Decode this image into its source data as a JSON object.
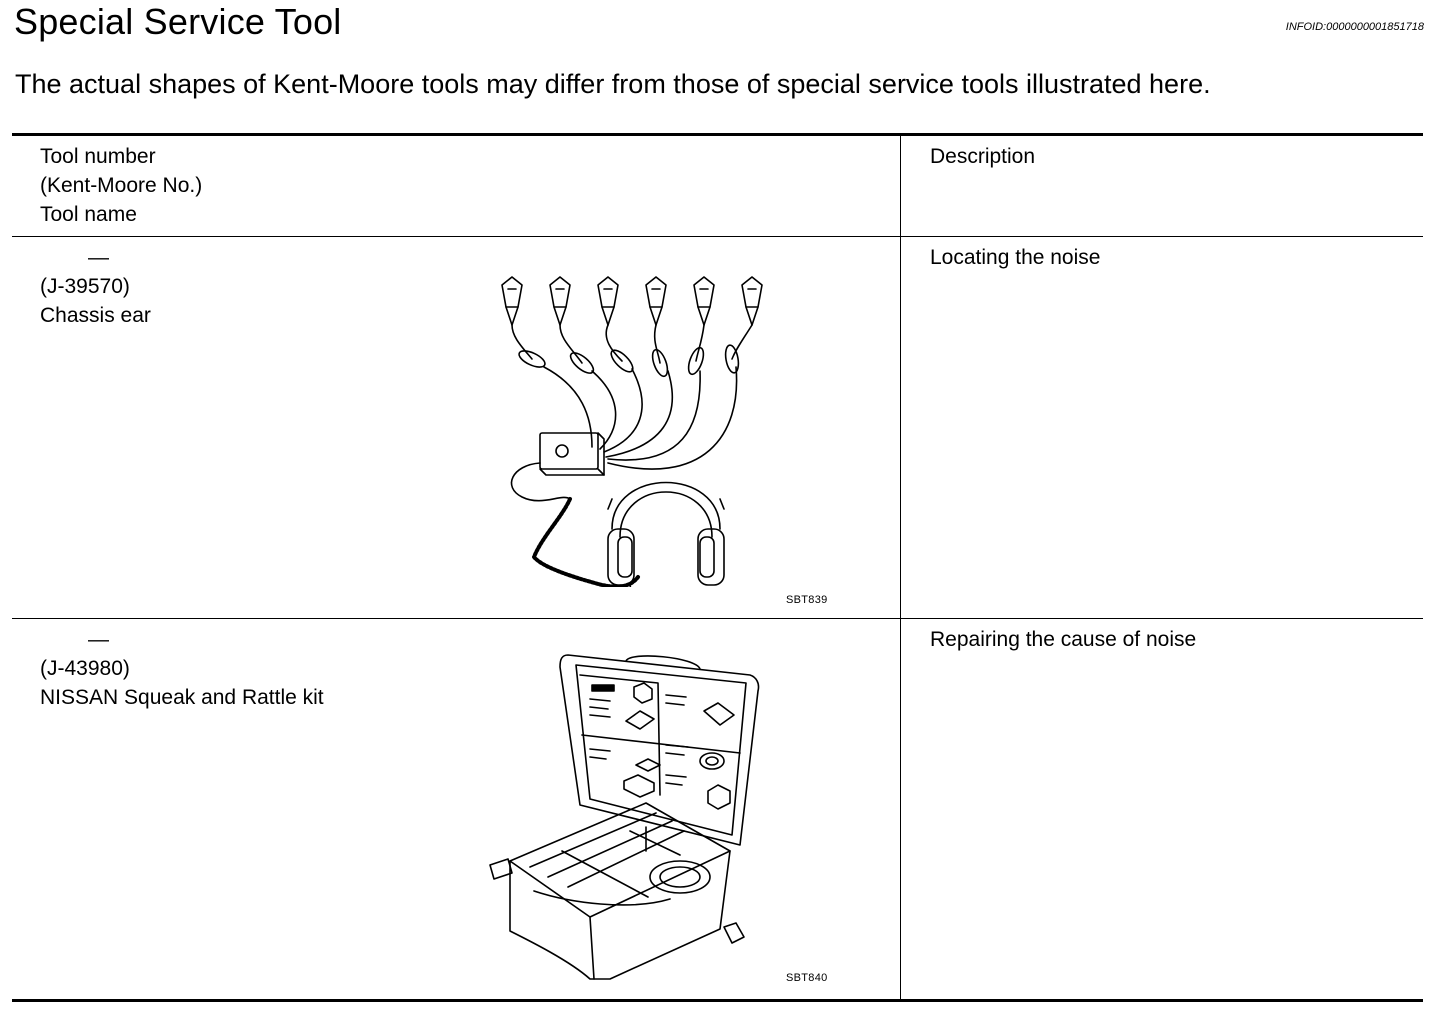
{
  "header": {
    "title": "Special Service Tool",
    "infoid": "INFOID:0000000001851718"
  },
  "intro": "The actual shapes of Kent-Moore tools may differ from those of special service tools illustrated here.",
  "table": {
    "columns": {
      "left": [
        "Tool number",
        "(Kent-Moore No.)",
        "Tool name"
      ],
      "right": "Description"
    },
    "rows": [
      {
        "tool_number": "—",
        "kent_moore_no": "(J-39570)",
        "tool_name": "Chassis ear",
        "description": "Locating the noise",
        "figure_code": "SBT839",
        "figure_icon": "chassis-ear-illustration"
      },
      {
        "tool_number": "—",
        "kent_moore_no": "(J-43980)",
        "tool_name": "NISSAN Squeak and Rattle kit",
        "description": "Repairing the cause of noise",
        "figure_code": "SBT840",
        "figure_icon": "squeak-rattle-kit-case-illustration"
      }
    ]
  }
}
